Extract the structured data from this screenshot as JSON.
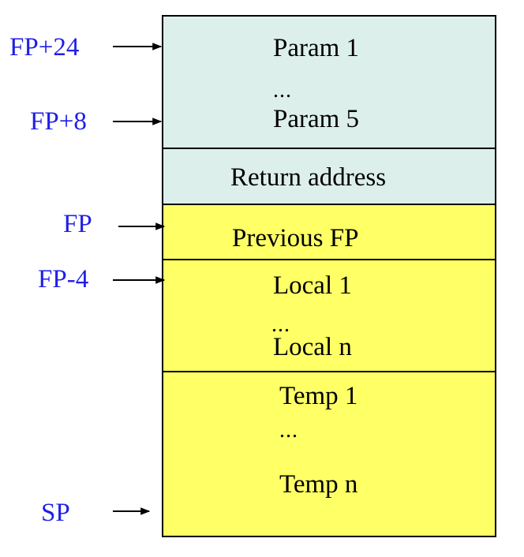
{
  "colors": {
    "params": "#dcefea",
    "frame": "#ffff66",
    "pointer_text": "#1f1fe6",
    "line": "#000000"
  },
  "sections": {
    "params": {
      "first": "Param 1",
      "ellipsis": "...",
      "last": "Param 5"
    },
    "return_address": {
      "label": "Return address"
    },
    "previous_fp": {
      "label": "Previous FP"
    },
    "locals": {
      "first": "Local 1",
      "ellipsis": "...",
      "last": "Local n"
    },
    "temps": {
      "first": "Temp 1",
      "ellipsis": "...",
      "last": "Temp n"
    }
  },
  "pointers": {
    "fp_plus_24": "FP+24",
    "fp_plus_8": "FP+8",
    "fp": "FP",
    "fp_minus_4": "FP-4",
    "sp": "SP"
  }
}
